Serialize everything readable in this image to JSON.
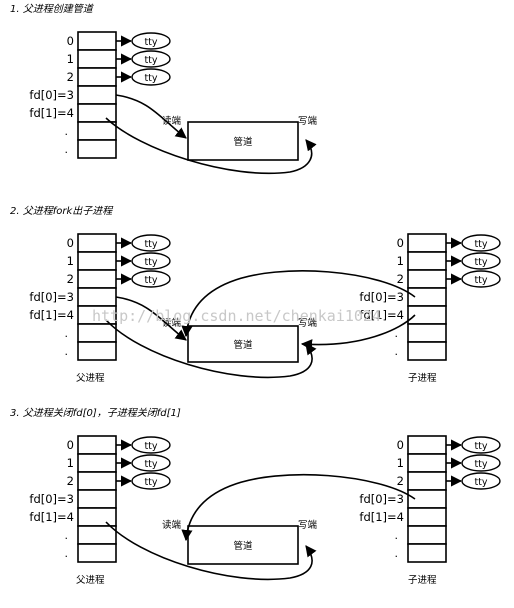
{
  "steps": [
    {
      "title": "1. 父进程创建管道",
      "fd_labels": [
        "0",
        "1",
        "2",
        "fd[0]=3",
        "fd[1]=4",
        ".",
        "."
      ],
      "tty": [
        "tty",
        "tty",
        "tty"
      ],
      "pipe_label": "管道",
      "read_end": "读端",
      "write_end": "写端"
    },
    {
      "title": "2. 父进程fork出子进程",
      "fd_labels": [
        "0",
        "1",
        "2",
        "fd[0]=3",
        "fd[1]=4",
        ".",
        "."
      ],
      "child_fd_labels": [
        "0",
        "1",
        "2",
        "fd[0]=3",
        "fd[1]=4",
        ".",
        "."
      ],
      "tty": [
        "tty",
        "tty",
        "tty"
      ],
      "child_tty": [
        "tty",
        "tty",
        "tty"
      ],
      "pipe_label": "管道",
      "read_end": "读端",
      "write_end": "写端",
      "parent_label": "父进程",
      "child_label": "子进程"
    },
    {
      "title": "3. 父进程关闭fd[0]，子进程关闭fd[1]",
      "fd_labels": [
        "0",
        "1",
        "2",
        "fd[0]=3",
        "fd[1]=4",
        ".",
        "."
      ],
      "child_fd_labels": [
        "0",
        "1",
        "2",
        "fd[0]=3",
        "fd[1]=4",
        ".",
        "."
      ],
      "tty": [
        "tty",
        "tty",
        "tty"
      ],
      "child_tty": [
        "tty",
        "tty",
        "tty"
      ],
      "pipe_label": "管道",
      "read_end": "读端",
      "write_end": "写端",
      "parent_label": "父进程",
      "child_label": "子进程"
    }
  ],
  "watermark": "http://blog.csdn.net/chenkai1024"
}
